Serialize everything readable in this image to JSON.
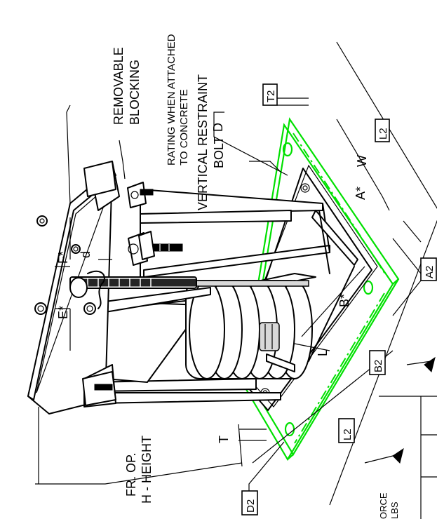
{
  "labels": {
    "rating_line1": "RATING WHEN ATTACHED",
    "rating_line2": "TO CONCRETE",
    "restraint_line1": "VERTICAL RESTRAINT",
    "restraint_line2": "BOLT",
    "blocking_line1": "REMOVABLE",
    "blocking_line2": "BLOCKING",
    "d_upper": "D",
    "d_lower": "d",
    "f_star": "F*",
    "e_star": "E*",
    "w": "W",
    "a_star": "A*",
    "b_star": "B*",
    "l": "L",
    "t": "T",
    "height_line1": "FR. OP.",
    "height_line2": "H - HEIGHT",
    "force_line1": "ORCE",
    "force_line2": "LBS"
  },
  "boxed": {
    "t2": "T2",
    "l2_top": "L2",
    "l2_bottom": "L2",
    "a2": "A2",
    "b2": "B2",
    "d2": "D2"
  },
  "colors": {
    "outline": "#000000",
    "green_plate": "#00e000",
    "background": "#ffffff"
  }
}
